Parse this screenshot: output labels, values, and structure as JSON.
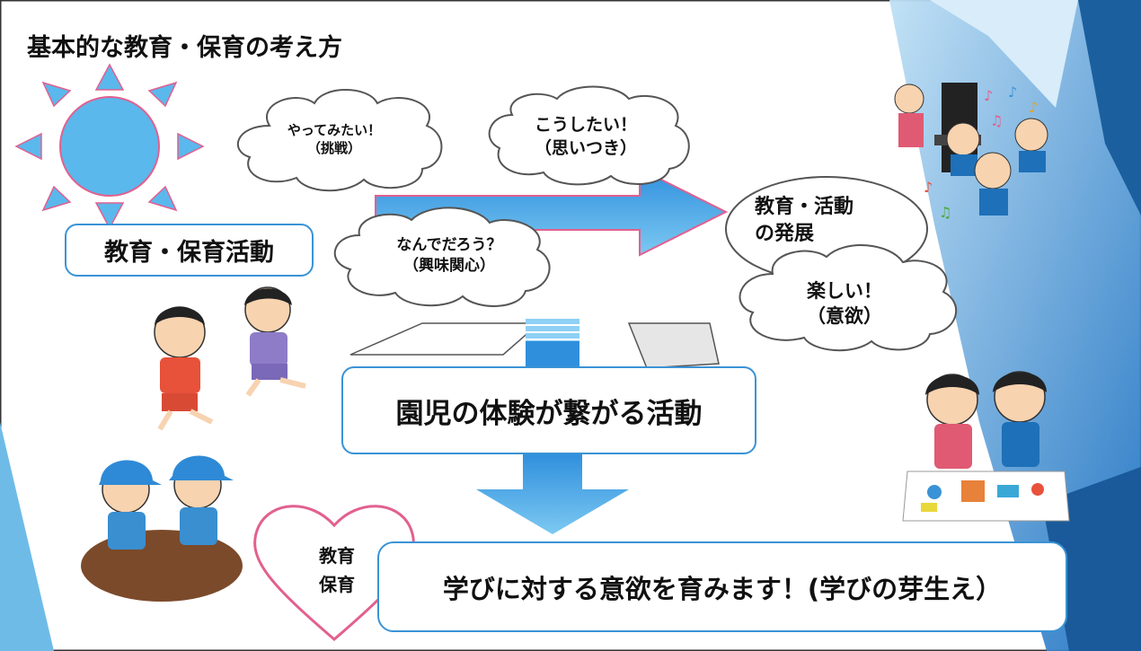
{
  "title": "基本的な教育・保育の考え方",
  "activity_box": "教育・保育活動",
  "clouds": {
    "challenge_line1": "やってみたい！",
    "challenge_line2": "（挑戦）",
    "idea_line1": "こうしたい！",
    "idea_line2": "（思いつき）",
    "interest_line1": "なんでだろう？",
    "interest_line2": "（興味関心）",
    "development_line1": "教育・活動",
    "development_line2": "の発展",
    "motivation_line1": "楽しい！",
    "motivation_line2": "（意欲）"
  },
  "experience_box": "園児の体験が繋がる活動",
  "heart_line1": "教育",
  "heart_line2": "保育",
  "result_box": "学びに対する意欲を育みます！(学びの芽生え）",
  "colors": {
    "accent_blue": "#3a93d6",
    "sun_blue": "#5ab8ec",
    "pink": "#e2608f",
    "arrow_fill": "#7cc4ee"
  }
}
